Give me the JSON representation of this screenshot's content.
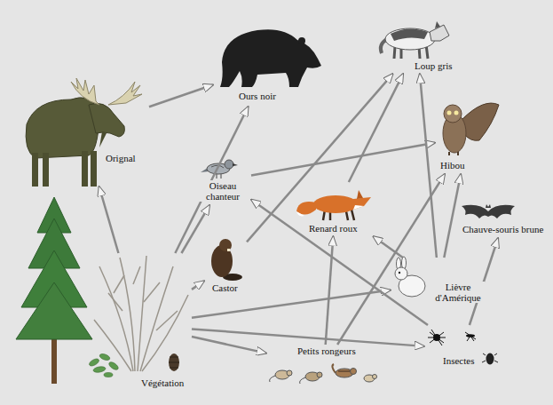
{
  "diagram": {
    "nodes": [
      {
        "text": [
          "Orignal"
        ]
      },
      {
        "text": [
          "Ours noir"
        ]
      },
      {
        "text": [
          "Loup gris"
        ]
      },
      {
        "text": [
          "Hibou"
        ]
      },
      {
        "text": [
          "Oiseau chanteur"
        ]
      },
      {
        "text": [
          "Renard roux"
        ]
      },
      {
        "text": [
          "Chauve-souris brune"
        ]
      },
      {
        "text": [
          "Castor"
        ]
      },
      {
        "text": [
          "Lièvre d'Amérique"
        ]
      },
      {
        "text": [
          "Petits rongeurs"
        ]
      },
      {
        "text": [
          "Insectes"
        ]
      },
      {
        "text": [
          "Végétation"
        ]
      }
    ],
    "edges": [
      {
        "from": 11,
        "to": 0,
        "arrow": "to"
      },
      {
        "from": 0,
        "to": 1,
        "arrow": "to"
      },
      {
        "from": 11,
        "to": 1,
        "arrow": "to"
      },
      {
        "from": 11,
        "to": 4,
        "arrow": "to"
      },
      {
        "from": 11,
        "to": 7,
        "arrow": "to"
      },
      {
        "from": 11,
        "to": 9,
        "arrow": "to"
      },
      {
        "from": 11,
        "to": 10,
        "arrow": "to"
      },
      {
        "from": 11,
        "to": 8,
        "arrow": "to"
      },
      {
        "from": 4,
        "to": 3,
        "arrow": "to"
      },
      {
        "from": 7,
        "to": 2,
        "arrow": "to"
      },
      {
        "from": 8,
        "to": 2,
        "arrow": "to"
      },
      {
        "from": 5,
        "to": 2,
        "arrow": "to"
      },
      {
        "from": 10,
        "to": 4,
        "arrow": "to"
      },
      {
        "from": 10,
        "to": 6,
        "arrow": "to"
      },
      {
        "from": 9,
        "to": 5,
        "arrow": "to"
      },
      {
        "from": 9,
        "to": 3,
        "arrow": "to"
      },
      {
        "from": 8,
        "to": 5,
        "arrow": "to"
      },
      {
        "from": 8,
        "to": 3,
        "arrow": "to"
      }
    ]
  }
}
